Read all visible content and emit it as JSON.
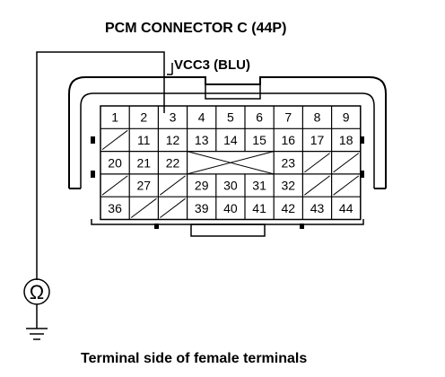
{
  "title": "PCM CONNECTOR C (44P)",
  "wire_label": "VCC3 (BLU)",
  "caption": "Terminal side of female terminals",
  "meter_symbol": "Ω",
  "terminals": [
    {
      "id": "1",
      "row": 1,
      "col": 1
    },
    {
      "id": "2",
      "row": 1,
      "col": 2
    },
    {
      "id": "3",
      "row": 1,
      "col": 3
    },
    {
      "id": "4",
      "row": 1,
      "col": 4
    },
    {
      "id": "5",
      "row": 1,
      "col": 5
    },
    {
      "id": "6",
      "row": 1,
      "col": 6
    },
    {
      "id": "7",
      "row": 1,
      "col": 7
    },
    {
      "id": "8",
      "row": 1,
      "col": 8
    },
    {
      "id": "9",
      "row": 1,
      "col": 9
    },
    {
      "id": "11",
      "row": 2,
      "col": 2
    },
    {
      "id": "12",
      "row": 2,
      "col": 3
    },
    {
      "id": "13",
      "row": 2,
      "col": 4
    },
    {
      "id": "14",
      "row": 2,
      "col": 5
    },
    {
      "id": "15",
      "row": 2,
      "col": 6
    },
    {
      "id": "16",
      "row": 2,
      "col": 7
    },
    {
      "id": "17",
      "row": 2,
      "col": 8
    },
    {
      "id": "18",
      "row": 2,
      "col": 9
    },
    {
      "id": "20",
      "row": 3,
      "col": 1
    },
    {
      "id": "21",
      "row": 3,
      "col": 2
    },
    {
      "id": "22",
      "row": 3,
      "col": 3
    },
    {
      "id": "23",
      "row": 3,
      "col": 7
    },
    {
      "id": "27",
      "row": 4,
      "col": 2
    },
    {
      "id": "29",
      "row": 4,
      "col": 4
    },
    {
      "id": "30",
      "row": 4,
      "col": 5
    },
    {
      "id": "31",
      "row": 4,
      "col": 6
    },
    {
      "id": "32",
      "row": 4,
      "col": 7
    },
    {
      "id": "36",
      "row": 5,
      "col": 1
    },
    {
      "id": "39",
      "row": 5,
      "col": 4
    },
    {
      "id": "40",
      "row": 5,
      "col": 5
    },
    {
      "id": "41",
      "row": 5,
      "col": 6
    },
    {
      "id": "42",
      "row": 5,
      "col": 7
    },
    {
      "id": "43",
      "row": 5,
      "col": 8
    },
    {
      "id": "44",
      "row": 5,
      "col": 9
    }
  ],
  "probed_terminal": "3"
}
